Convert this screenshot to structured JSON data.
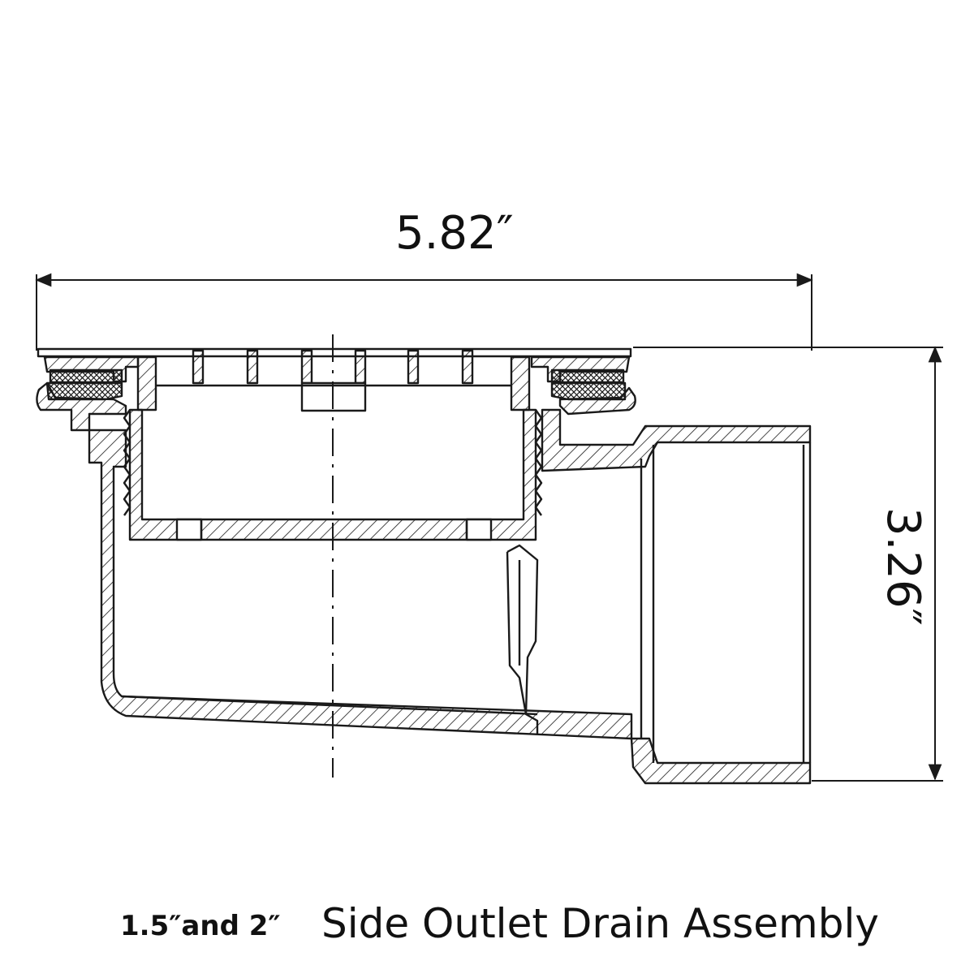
{
  "dimensions": {
    "width_label": "5.82″",
    "height_label": "3.26″"
  },
  "caption": {
    "sizes": "1.5″and 2″",
    "title": "Side Outlet Drain Assembly"
  },
  "colors": {
    "line": "#1a1a1a",
    "background": "#ffffff"
  }
}
